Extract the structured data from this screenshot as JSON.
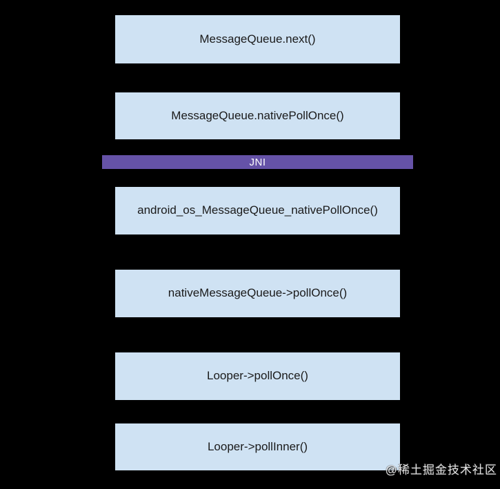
{
  "diagram": {
    "colors": {
      "background": "#000000",
      "box_fill": "#cfe2f3",
      "box_text": "#1a1a1a",
      "jni_fill": "#6552a7",
      "jni_text": "#ffffff"
    },
    "nodes": [
      {
        "label": "MessageQueue.next()",
        "kind": "box"
      },
      {
        "label": "MessageQueue.nativePollOnce()",
        "kind": "box"
      },
      {
        "label": "JNI",
        "kind": "divider"
      },
      {
        "label": "android_os_MessageQueue_nativePollOnce()",
        "kind": "box"
      },
      {
        "label": "nativeMessageQueue->pollOnce()",
        "kind": "box"
      },
      {
        "label": "Looper->pollOnce()",
        "kind": "box"
      },
      {
        "label": "Looper->pollInner()",
        "kind": "box"
      }
    ]
  },
  "watermark": {
    "text": "@稀土掘金技术社区"
  }
}
